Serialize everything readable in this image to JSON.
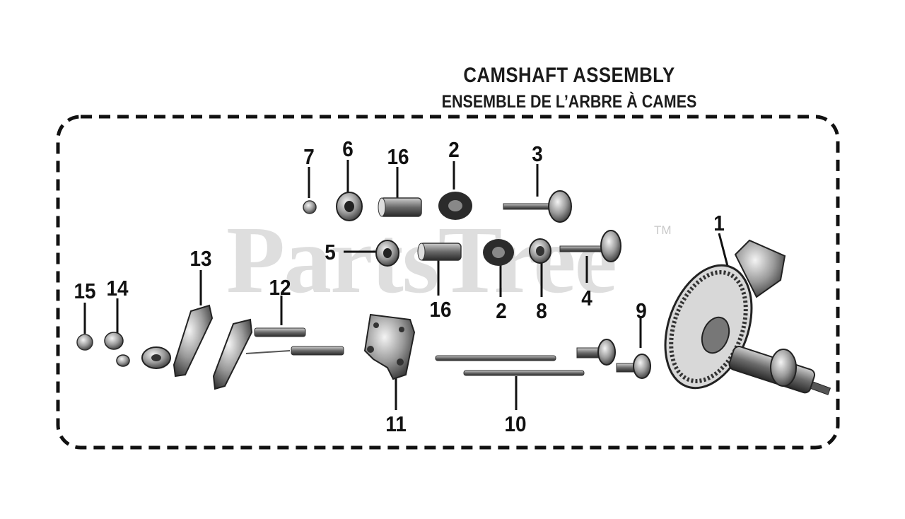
{
  "title": "CAMSHAFT ASSEMBLY",
  "subtitle": "ENSEMBLE DE L’ARBRE À CAMES",
  "watermark": {
    "text": "PartsTree",
    "mark": "TM"
  },
  "callouts": {
    "c1": "1",
    "c2a": "2",
    "c2b": "2",
    "c3": "3",
    "c4": "4",
    "c5": "5",
    "c6": "6",
    "c7": "7",
    "c8": "8",
    "c9": "9",
    "c10": "10",
    "c11": "11",
    "c12": "12",
    "c13": "13",
    "c14": "14",
    "c15": "15",
    "c16a": "16",
    "c16b": "16"
  }
}
